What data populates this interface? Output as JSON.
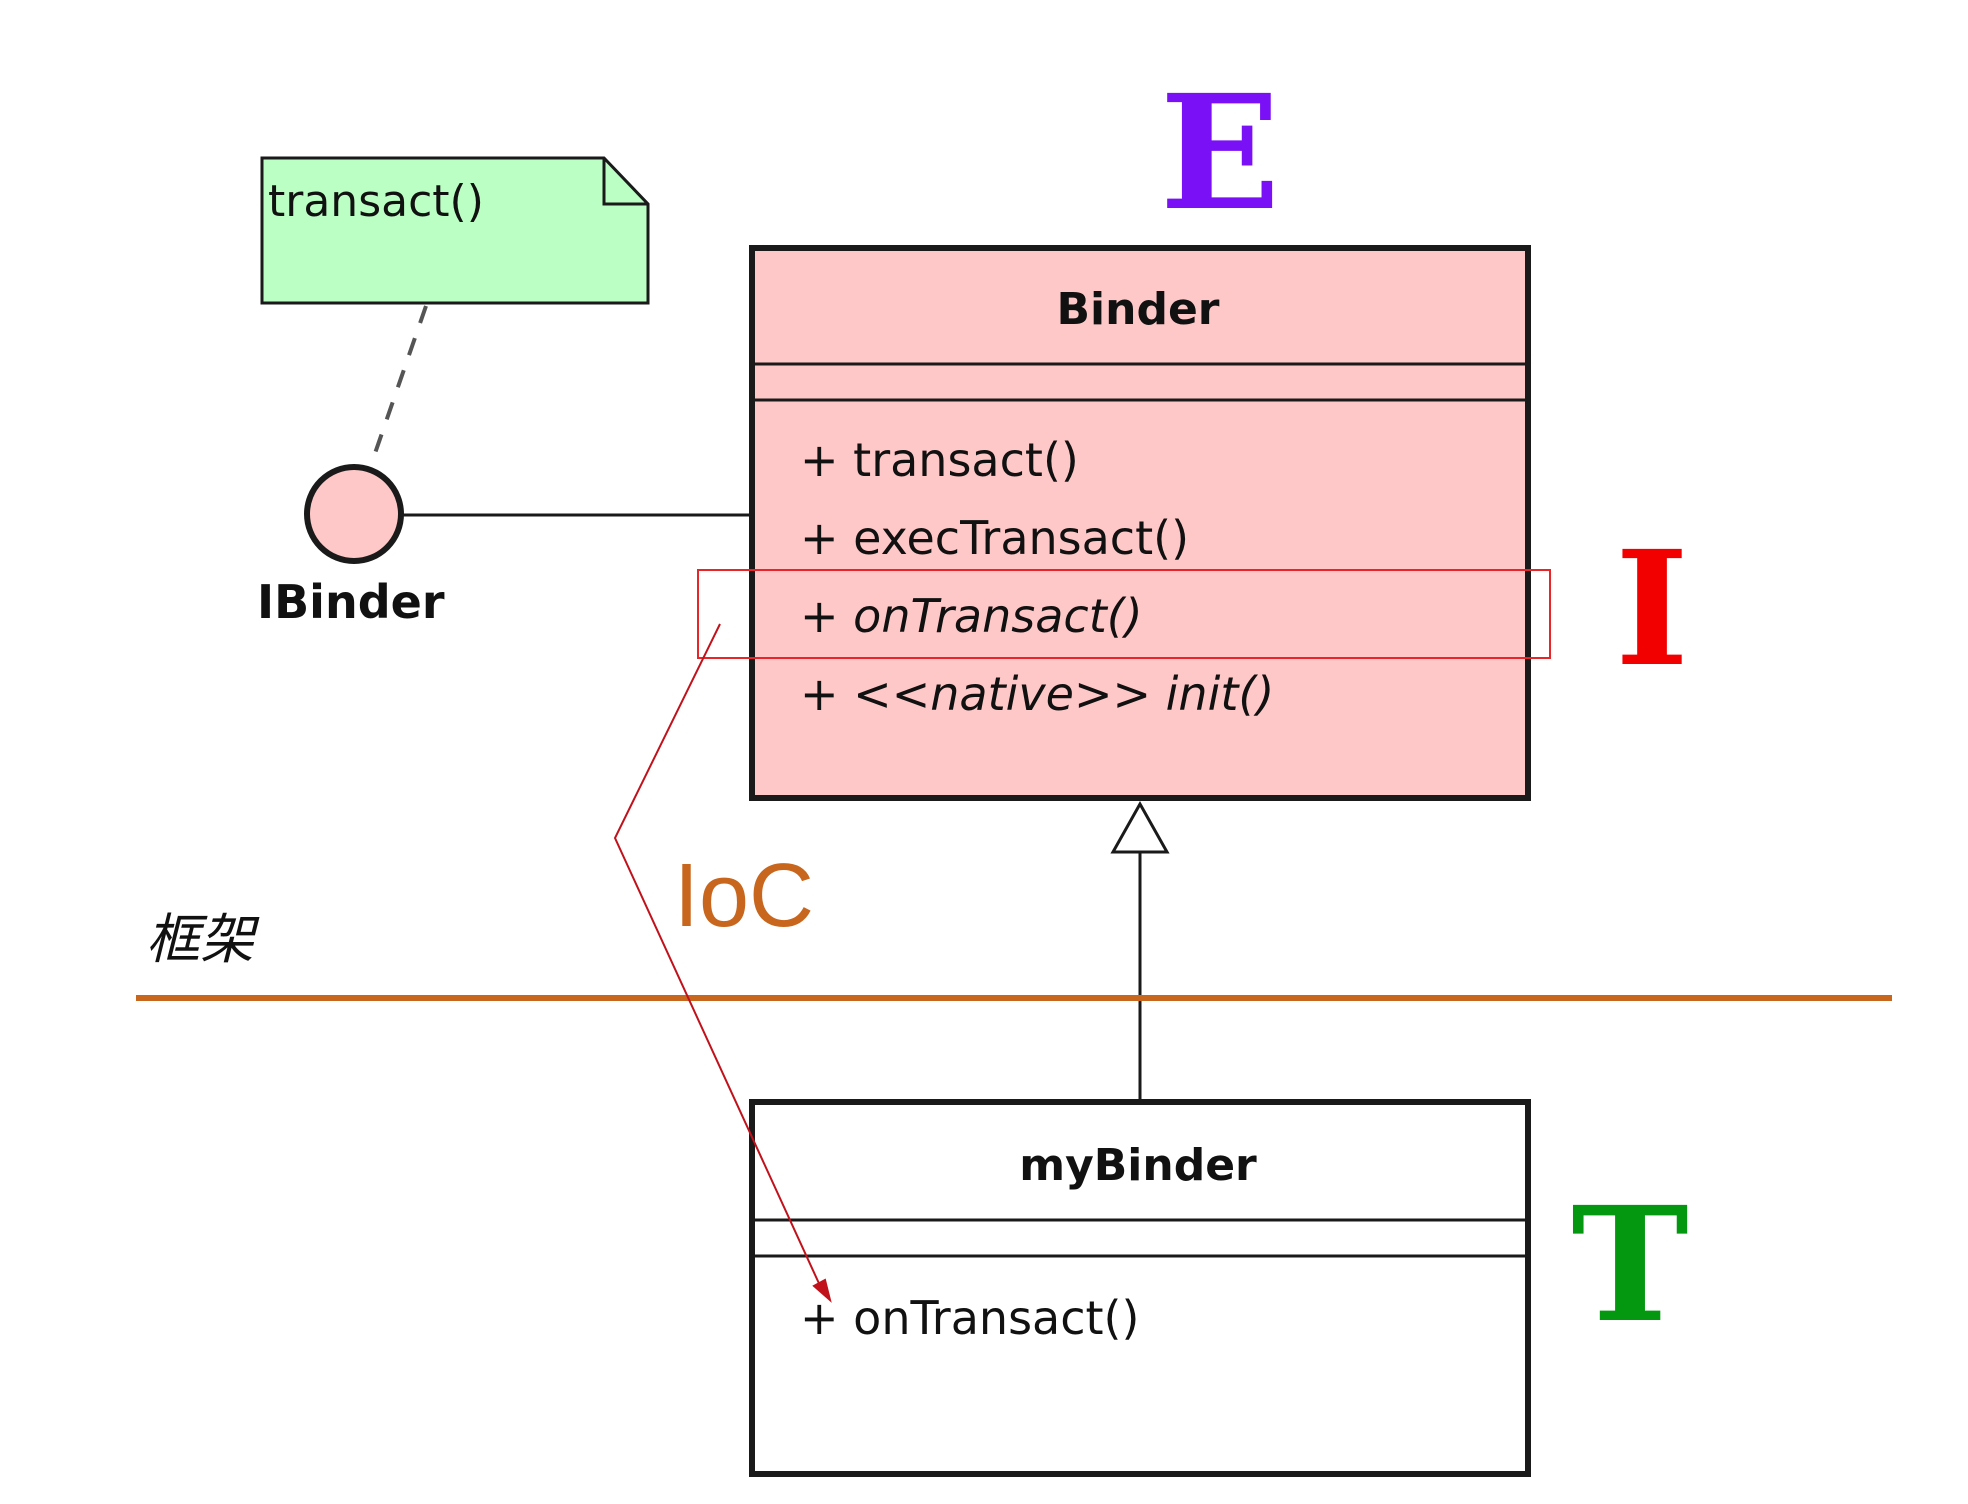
{
  "note": {
    "text": "transact()"
  },
  "interface": {
    "name": "IBinder"
  },
  "binder_class": {
    "name": "Binder",
    "methods": [
      {
        "prefix": "+ ",
        "stereotype": "",
        "name": "transact()",
        "italic": false
      },
      {
        "prefix": "+ ",
        "stereotype": "",
        "name": "execTransact()",
        "italic": false
      },
      {
        "prefix": "+ ",
        "stereotype": "",
        "name": "onTransact()",
        "italic": true
      },
      {
        "prefix": "+ ",
        "stereotype": "<<native>>",
        "name": " init()",
        "italic": true
      }
    ]
  },
  "subclass": {
    "name": "myBinder",
    "methods": [
      {
        "prefix": "+ ",
        "name": "onTransact()"
      }
    ]
  },
  "annotations": {
    "ioc": "IoC",
    "framework": "框架",
    "letter_e": "E",
    "letter_i": "I",
    "letter_t": "T"
  },
  "colors": {
    "class_fill": "#ffc8c8",
    "note_fill": "#bbffc4",
    "highlight_stroke": "#e8262a",
    "arrow_stroke": "#c1121c",
    "divider": "#c8661e",
    "ioc_text": "#c8661e",
    "letter_e": "#7a10f5",
    "letter_i": "#f20000",
    "letter_t": "#049810"
  }
}
